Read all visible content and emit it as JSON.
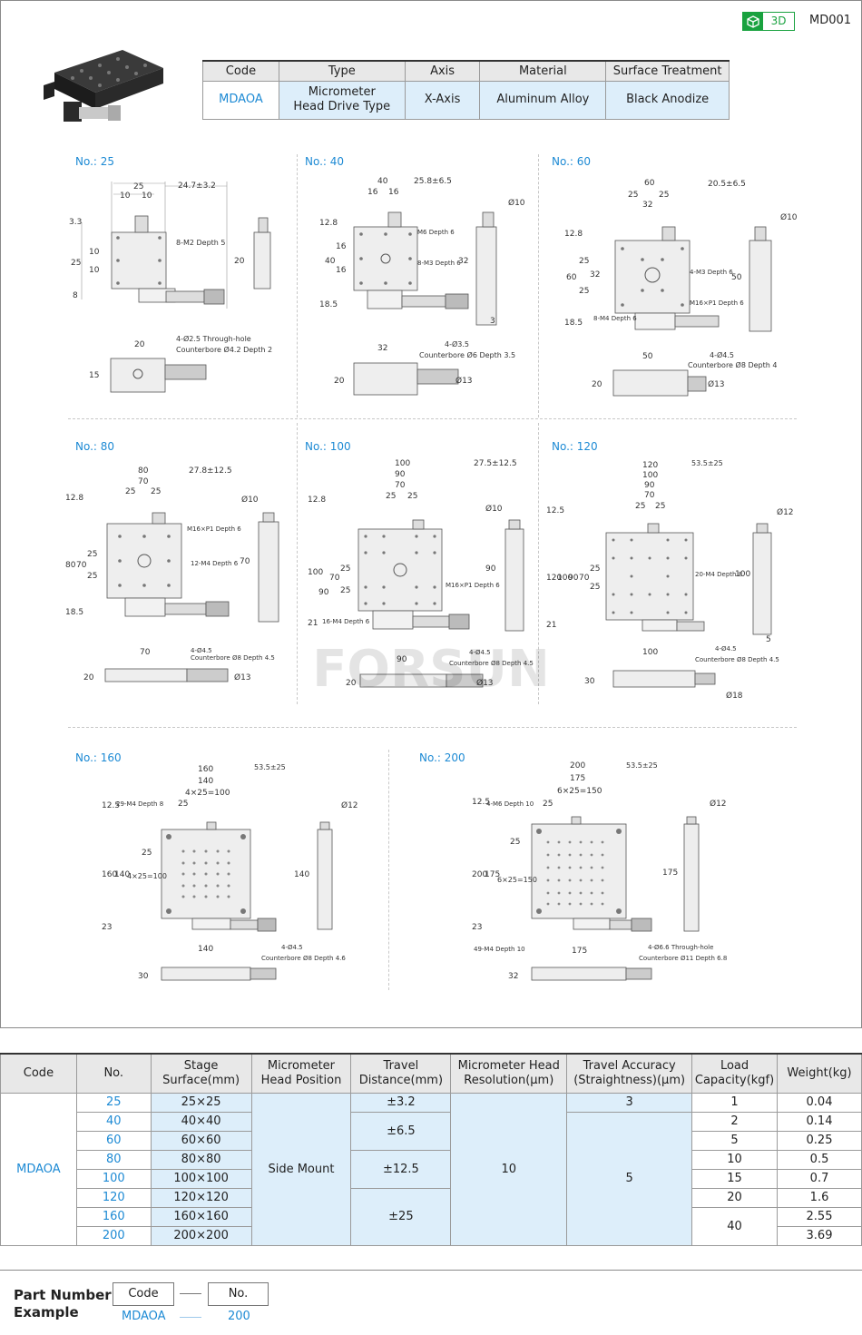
{
  "header": {
    "badge_label": "3D",
    "model_code": "MD001",
    "badge_color": "#19a23f",
    "accent_color": "#1d8ad4"
  },
  "spec_table": {
    "headers": [
      "Code",
      "Type",
      "Axis",
      "Material",
      "Surface Treatment"
    ],
    "row": {
      "code": "MDAOA",
      "type_line1": "Micrometer",
      "type_line2": "Head Drive Type",
      "axis": "X-Axis",
      "material": "Aluminum Alloy",
      "surface": "Black Anodize"
    }
  },
  "drawings": [
    {
      "label": "No.: 25"
    },
    {
      "label": "No.: 40"
    },
    {
      "label": "No.: 60"
    },
    {
      "label": "No.: 80"
    },
    {
      "label": "No.: 100"
    },
    {
      "label": "No.: 120"
    },
    {
      "label": "No.: 160"
    },
    {
      "label": "No.: 200"
    }
  ],
  "dims": {
    "d25": {
      "w": "25",
      "a": "10",
      "b": "10",
      "travel": "24.7±3.2",
      "h1": "3.3",
      "h2": "25",
      "h3": "10",
      "h4": "10",
      "h5": "8",
      "side": "20",
      "tap": "8-M2 Depth 5",
      "hole": "4-Ø2.5 Through-hole",
      "cb": "Counterbore Ø4.2 Depth 2",
      "bw": "20",
      "bh": "15"
    },
    "d40": {
      "w": "40",
      "a": "16",
      "b": "16",
      "travel": "25.8±6.5",
      "h1": "12.8",
      "h2": "40",
      "h3": "16",
      "h4": "16",
      "h5": "18.5",
      "side": "32",
      "dia": "Ø10",
      "s3": "3",
      "tap1": "M6 Depth 6",
      "tap2": "8-M3 Depth 6",
      "hole": "4-Ø3.5",
      "cb": "Counterbore Ø6 Depth 3.5",
      "bw": "32",
      "bh": "20",
      "bd": "Ø13"
    },
    "d60": {
      "w": "60",
      "a": "25",
      "b": "25",
      "c": "32",
      "travel": "20.5±6.5",
      "h1": "12.8",
      "h2": "60",
      "h3": "25",
      "h4": "32",
      "h5": "25",
      "h6": "18.5",
      "side": "50",
      "dia": "Ø10",
      "tap1": "4-M3 Depth 6",
      "tap2": "M16×P1 Depth 6",
      "tap3": "8-M4 Depth 6",
      "hole": "4-Ø4.5",
      "cb": "Counterbore Ø8 Depth 4",
      "bw": "50",
      "bh": "20",
      "bd": "Ø13"
    },
    "d80": {
      "w": "80",
      "m": "70",
      "a": "25",
      "b": "25",
      "travel": "27.8±12.5",
      "h1": "12.8",
      "h2": "80",
      "h3": "70",
      "h4": "25",
      "h5": "25",
      "h6": "18.5",
      "side": "70",
      "dia": "Ø10",
      "tap1": "M16×P1 Depth 6",
      "tap2": "12-M4 Depth 6",
      "hole": "4-Ø4.5",
      "cb": "Counterbore Ø8 Depth 4.5",
      "bw": "70",
      "bh": "20",
      "bd": "Ø13"
    },
    "d100": {
      "w": "100",
      "m": "90",
      "n": "70",
      "a": "25",
      "b": "25",
      "travel": "27.5±12.5",
      "h1": "12.8",
      "h2": "100",
      "h3": "90",
      "h4": "70",
      "h5": "25",
      "h6": "25",
      "h7": "21",
      "side": "90",
      "dia": "Ø10",
      "tap1": "M16×P1 Depth 6",
      "tap2": "16-M4 Depth 6",
      "hole": "4-Ø4.5",
      "cb": "Counterbore Ø8 Depth 4.5",
      "bw": "90",
      "bh": "20",
      "bd": "Ø13"
    },
    "d120": {
      "w": "120",
      "m": "100",
      "n": "90",
      "o": "70",
      "a": "25",
      "b": "25",
      "travel": "53.5±25",
      "h1": "12.5",
      "h2": "120",
      "h3": "100",
      "h4": "90",
      "h5": "70",
      "h6": "25",
      "h7": "25",
      "h8": "21",
      "side": "100",
      "dia": "Ø12",
      "s5": "5",
      "tap": "20-M4 Depth 8",
      "hole": "4-Ø4.5",
      "cb": "Counterbore Ø8 Depth 4.5",
      "bw": "100",
      "bh": "30",
      "bd": "Ø18"
    },
    "d160": {
      "w": "160",
      "m": "140",
      "n": "4×25=100",
      "a": "25",
      "travel": "53.5±25",
      "h1": "12.5",
      "h2": "160",
      "h3": "140",
      "h4": "4×25=100",
      "h5": "25",
      "h6": "23",
      "side": "140",
      "dia": "Ø12",
      "tap": "29-M4 Depth 8",
      "hole": "4-Ø4.5",
      "cb": "Counterbore Ø8 Depth 4.6",
      "bw": "140",
      "bh": "30"
    },
    "d200": {
      "w": "200",
      "m": "175",
      "n": "6×25=150",
      "a": "25",
      "travel": "53.5±25",
      "h1": "12.5",
      "h2": "200",
      "h3": "175",
      "h4": "6×25=150",
      "h5": "25",
      "h6": "23",
      "side": "175",
      "dia": "Ø12",
      "tap1": "4-M6 Depth 10",
      "tap2": "49-M4 Depth 10",
      "hole": "4-Ø6.6 Through-hole",
      "cb": "Counterbore Ø11 Depth 6.8",
      "bw": "175",
      "bh": "32"
    }
  },
  "watermark_text": "FORSUN",
  "main_table": {
    "headers": [
      {
        "l1": "Code",
        "l2": ""
      },
      {
        "l1": "No.",
        "l2": ""
      },
      {
        "l1": "Stage",
        "l2": "Surface(mm)"
      },
      {
        "l1": "Micrometer",
        "l2": "Head Position"
      },
      {
        "l1": "Travel",
        "l2": "Distance(mm)"
      },
      {
        "l1": "Micrometer Head",
        "l2": "Resolution(μm)"
      },
      {
        "l1": "Travel Accuracy",
        "l2": "(Straightness)(μm)"
      },
      {
        "l1": "Load",
        "l2": "Capacity(kgf)"
      },
      {
        "l1": "Weight(kg)",
        "l2": ""
      }
    ],
    "code": "MDAOA",
    "rows": [
      {
        "no": "25",
        "surface": "25×25",
        "weight": "0.04"
      },
      {
        "no": "40",
        "surface": "40×40",
        "weight": "0.14"
      },
      {
        "no": "60",
        "surface": "60×60",
        "weight": "0.25"
      },
      {
        "no": "80",
        "surface": "80×80",
        "weight": "0.5"
      },
      {
        "no": "100",
        "surface": "100×100",
        "weight": "0.7"
      },
      {
        "no": "120",
        "surface": "120×120",
        "weight": "1.6"
      },
      {
        "no": "160",
        "surface": "160×160",
        "weight": "2.55"
      },
      {
        "no": "200",
        "surface": "200×200",
        "weight": "3.69"
      }
    ],
    "position": "Side Mount",
    "travel": [
      "±3.2",
      "±6.5",
      "±12.5",
      "±25"
    ],
    "resolution": "10",
    "accuracy": [
      "3",
      "5"
    ],
    "load": [
      "1",
      "2",
      "5",
      "10",
      "15",
      "20",
      "40"
    ]
  },
  "part_number": {
    "title_line1": "Part Number",
    "title_line2": "Example",
    "box1": "Code",
    "box2": "No.",
    "val1": "MDAOA",
    "val2": "200"
  }
}
